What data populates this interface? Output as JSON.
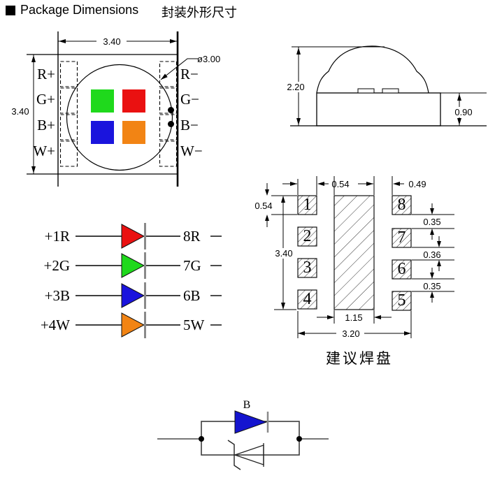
{
  "title": {
    "en": "Package Dimensions",
    "zh": "封装外形尺寸"
  },
  "front_view": {
    "dim_width": "3.40",
    "dim_height": "3.40",
    "dim_lens": "ø3.00",
    "pins_left": [
      "R+",
      "G+",
      "B+",
      "W+"
    ],
    "pins_right": [
      "R−",
      "G−",
      "B−",
      "W−"
    ]
  },
  "side_view": {
    "dim_total": "2.20",
    "dim_base": "0.90"
  },
  "led_diagram": {
    "rows": [
      {
        "left": "+1R",
        "right": "8R"
      },
      {
        "left": "+2G",
        "right": "7G"
      },
      {
        "left": "+3B",
        "right": "6B"
      },
      {
        "left": "+4W",
        "right": "5W"
      }
    ]
  },
  "pad_layout": {
    "caption": "建议焊盘",
    "pads_left": [
      "1",
      "2",
      "3",
      "4"
    ],
    "pads_right": [
      "8",
      "7",
      "6",
      "5"
    ],
    "dim_pad_w": "0.54",
    "dim_pad_h": "0.54",
    "dim_gap_right": "0.49",
    "dim_height": "3.40",
    "dim_gap1": "0.35",
    "dim_gap2": "0.36",
    "dim_gap3": "0.35",
    "dim_slug_w": "1.15",
    "dim_width": "3.20"
  },
  "circuit": {
    "label": "B"
  },
  "colors": {
    "green": "#1fd91c",
    "red": "#ea1111",
    "blue": "#1a14dd",
    "orange": "#f28414",
    "diode_blue": "#1414cf"
  }
}
